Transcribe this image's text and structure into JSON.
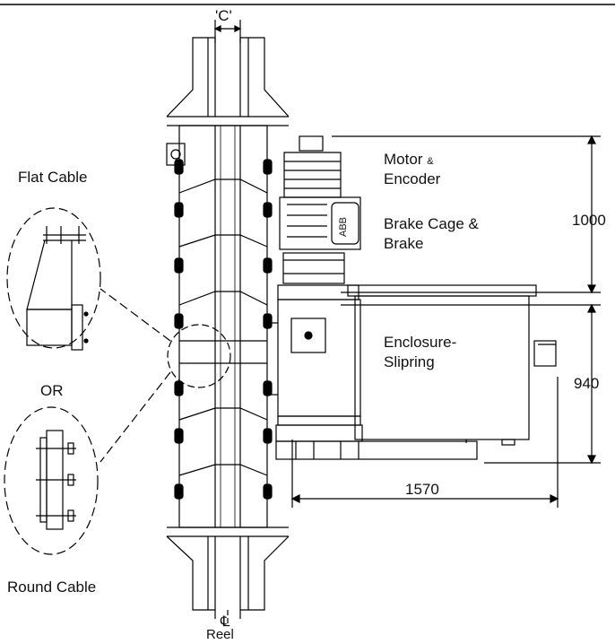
{
  "labels": {
    "flat_cable": "Flat Cable",
    "or": "OR",
    "round_cable": "Round Cable",
    "motor": "Motor",
    "motor_amp": "&",
    "encoder": "Encoder",
    "brake_cage": "Brake Cage &",
    "brake": "Brake",
    "enclosure": "Enclosure-",
    "slipring": "Slipring",
    "reel": "Reel",
    "centerline": "℄",
    "motor_logo": "ABB"
  },
  "dimensions": {
    "c": "'C'",
    "height_upper": "1000",
    "height_lower": "940",
    "width": "1570"
  },
  "colors": {
    "line": "#000000",
    "paper": "#ffffff"
  }
}
